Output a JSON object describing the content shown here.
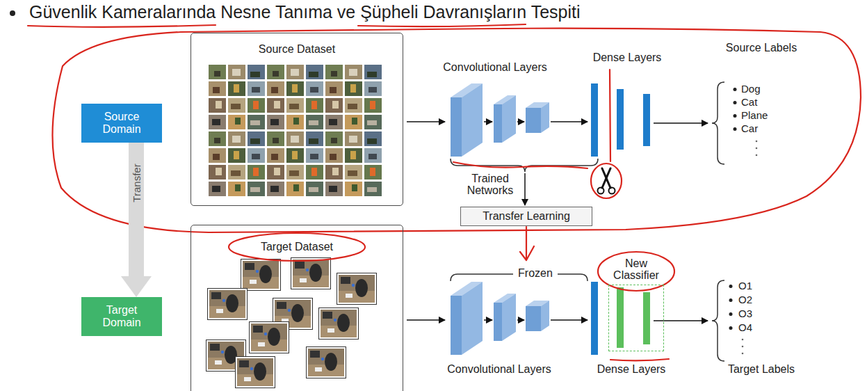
{
  "diagram": {
    "title": "Güvenlik Kameralarında Nesne Tanıma ve Şüpheli Davranışların Tespiti",
    "nodes": [
      {
        "text": [
          "Source Domain"
        ]
      },
      {
        "text": [
          "Source Dataset"
        ]
      },
      {
        "text": [
          "Transfer Learning"
        ]
      },
      {
        "text": [
          "Target Domain"
        ]
      },
      {
        "text": [
          "Target Dataset"
        ]
      },
      {
        "text": [
          "New Classifier"
        ]
      }
    ],
    "edges": [
      {
        "from": 0,
        "to": 3,
        "arrow": "to",
        "label": "Transfer"
      }
    ],
    "labels": [
      "Convolutional Layers",
      "Dense Layers",
      "Source Labels",
      "Dog",
      "Cat",
      "Plane",
      "Car",
      "Trained Networks",
      "Frozen",
      "Convolutional Layers",
      "Dense Layers",
      "Target Labels",
      "O1",
      "O2",
      "O3",
      "O4"
    ]
  }
}
